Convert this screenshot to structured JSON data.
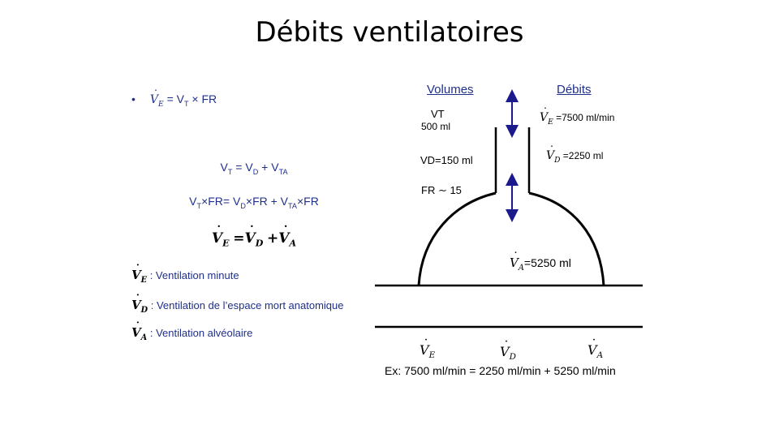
{
  "slide": {
    "title": "Débits ventilatoires"
  },
  "left": {
    "bullet": "•",
    "formula1": {
      "lhs": "V",
      "lhs_sub": "E",
      "rhs": "= V",
      "rhs_sub": "T",
      "tail": "× FR"
    },
    "eq_vt": {
      "a": "V",
      "a_sub": "T",
      "b": "= V",
      "b_sub": "D",
      "c": "+ V",
      "c_sub": "TA"
    },
    "eq_fr": {
      "a": "V",
      "a_sub": "T",
      "b": "×FR= V",
      "b_sub": "D",
      "c": "×FR + V",
      "c_sub": "TA",
      "d": "×FR"
    },
    "eq_main": {
      "e": "V",
      "e_sub": "E",
      "eq": "=",
      "d": "V",
      "d_sub": "D",
      "plus": "+",
      "a": "V",
      "a_sub": "A"
    },
    "definitions": [
      {
        "symbol": "V",
        "sub": "E",
        "text": ": Ventilation minute"
      },
      {
        "symbol": "V",
        "sub": "D",
        "text": ": Ventilation de l’espace mort anatomique"
      },
      {
        "symbol": "V",
        "sub": "A",
        "text": ": Ventilation alvéolaire"
      }
    ]
  },
  "diagram": {
    "header_volumes": "Volumes",
    "header_debits": "Débits",
    "vt_label": "VT",
    "vt_value": "500 ml",
    "vd_label": "VD=150 ml",
    "fr_label": "FR ∼ 15",
    "ve_symbol": "V",
    "ve_sub": "E",
    "ve_value": "=7500 ml/min",
    "vd_symbol": "V",
    "vd_sub": "D",
    "vd_value": "=2250 ml",
    "va_symbol": "V",
    "va_sub": "A",
    "va_value": "=5250 ml",
    "bottom_symbols": [
      {
        "symbol": "V",
        "sub": "E"
      },
      {
        "symbol": "V",
        "sub": "D"
      },
      {
        "symbol": "V",
        "sub": "A"
      }
    ],
    "example": "Ex: 7500 ml/min = 2250 ml/min + 5250 ml/min",
    "colors": {
      "arrow": "#1a1a8c",
      "line": "#000000",
      "text_accent": "#1f2f8c"
    }
  }
}
